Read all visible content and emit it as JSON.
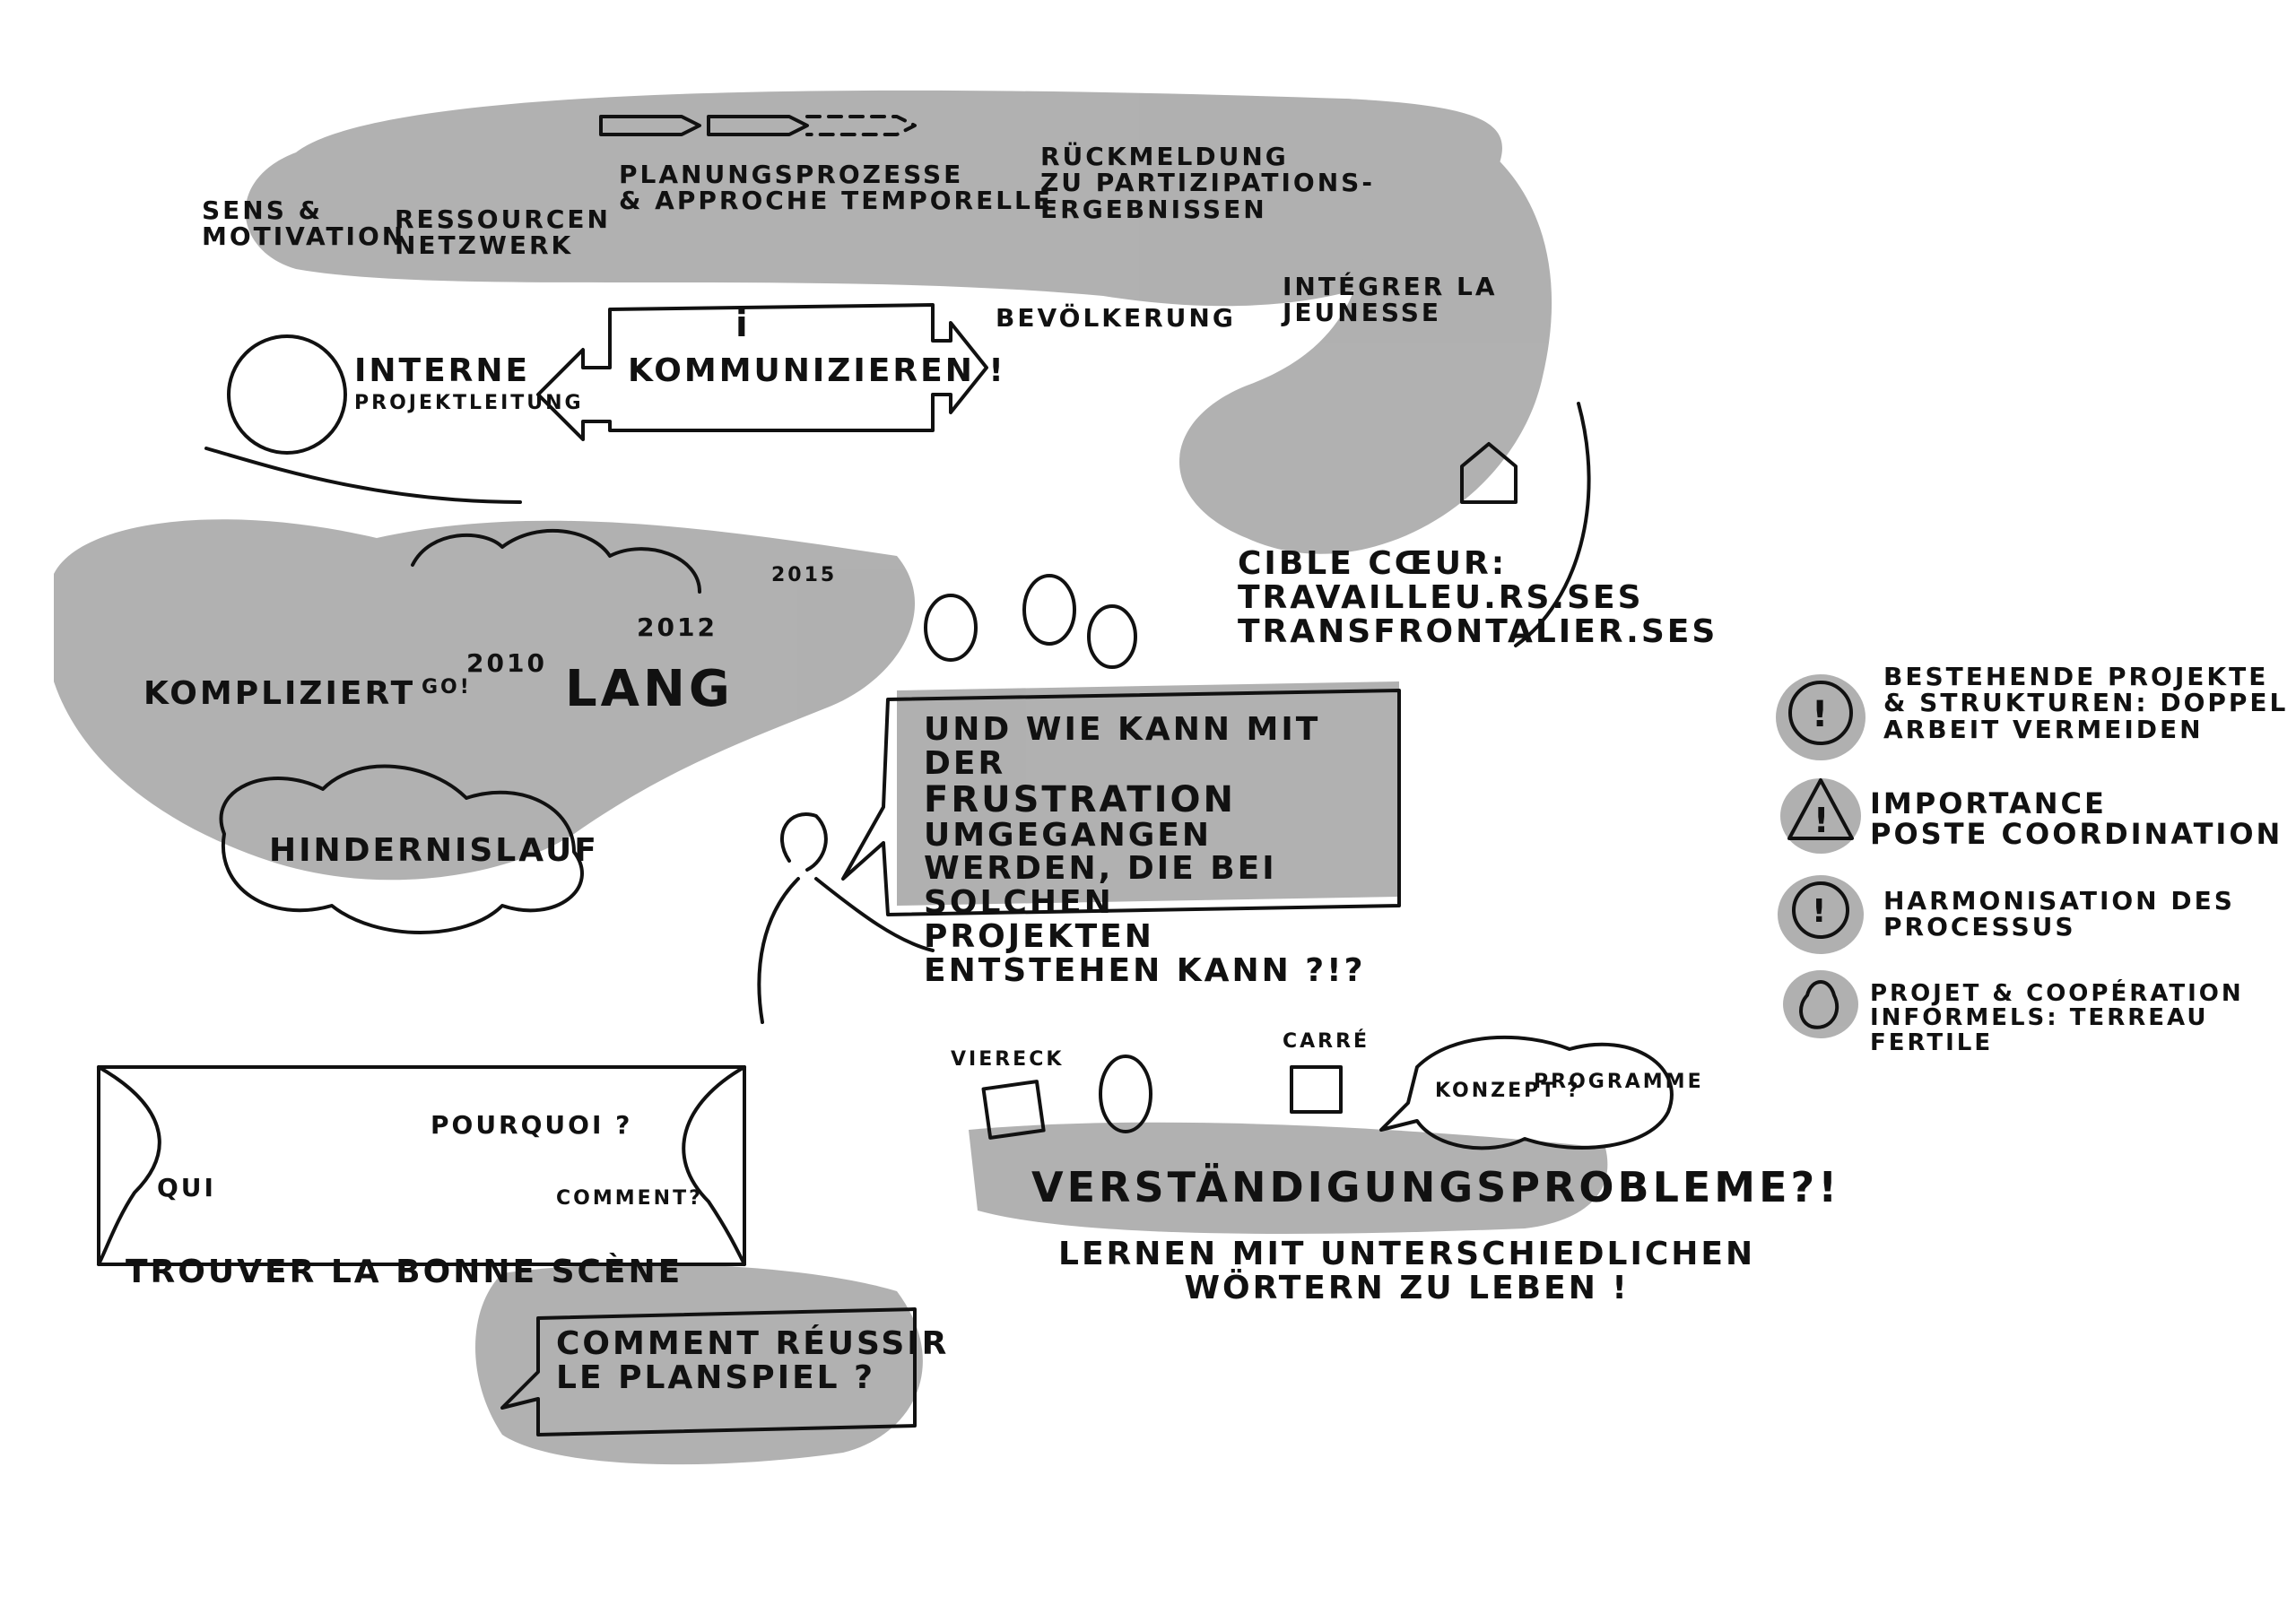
{
  "top_loop": {
    "sens": "SENS &\nMOTIVATION",
    "ressourcen": "RESSOURCEN\nNETZWERK",
    "planung": "PLANUNGSPROZESSE\n& APPROCHE TEMPORELLE",
    "rueckmeldung": "RÜCKMELDUNG\nZU PARTIZIPATIONS-\nERGEBNISSEN",
    "jeunesse": "INTÉGRER LA\nJEUNESSE",
    "interne": "INTERNE",
    "projektleitung": "PROJEKTLEITUNG",
    "kommunizieren": "KOMMUNIZIEREN !",
    "bevoelkerung": "BEVÖLKERUNG",
    "cible": "CIBLE CŒUR:\nTRAVAILLEU.RS.SES\nTRANSFRONTALIER.SES"
  },
  "timeline": {
    "kompliziert": "KOMPLIZIERT",
    "go": "GO!",
    "y2010": "2010",
    "y2012": "2012",
    "y2015": "2015",
    "lang": "LANG",
    "hindernislauf": "HINDERNISLAUF"
  },
  "speech": {
    "line1": "UND WIE KANN MIT DER",
    "frustration": "FRUSTRATION",
    "umgegangen": " UMGEGANGEN",
    "line3": "WERDEN, DIE BEI SOLCHEN",
    "line4": "PROJEKTEN ENTSTEHEN KANN ?!?"
  },
  "stage": {
    "qui": "QUI",
    "pourquoi": "POURQUOI ?",
    "comment": "COMMENT?",
    "title": "TROUVER LA BONNE SCÈNE",
    "box": "COMMENT RÉUSSIR\nLE PLANSPIEL ?"
  },
  "verstaendigung": {
    "viereck": "VIERECK",
    "carre": "CARRÉ",
    "konzept": "KONZEPT ?",
    "programme": "PROGRAMME",
    "title": "VERSTÄNDIGUNGSPROBLEME?!",
    "subtitle": "LERNEN MIT UNTERSCHIEDLICHEN\nWÖRTERN ZU LEBEN !"
  },
  "notes": {
    "items": [
      "BESTEHENDE PROJEKTE\n& STRUKTUREN: DOPPEL\nARBEIT VERMEIDEN",
      "IMPORTANCE\nPOSTE COORDINATION",
      "HARMONISATION DES\nPROCESSUS",
      "PROJET & COOPÉRATION\nINFORMELS: TERREAU\nFERTILE"
    ]
  },
  "colors": {
    "ink": "#111111",
    "wash": "#a9a9a9",
    "paper": "#ffffff"
  }
}
